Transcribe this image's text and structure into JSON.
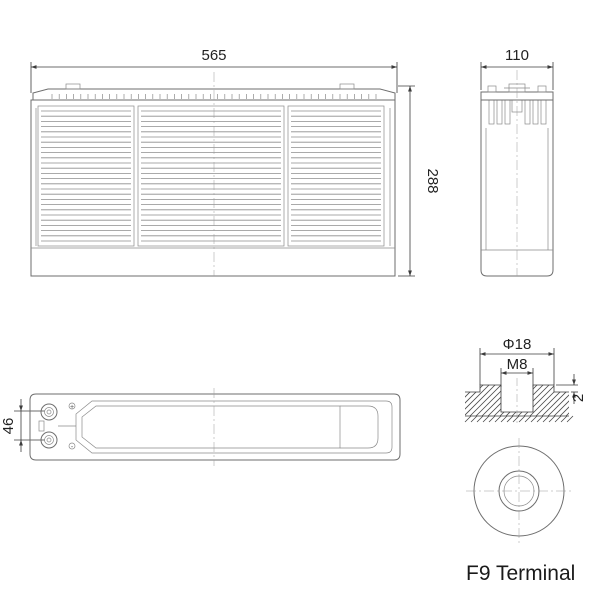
{
  "dimensions": {
    "length": "565",
    "width": "110",
    "height": "288",
    "terminal_spacing": "46",
    "terminal_diameter": "Φ18",
    "thread_size": "M8",
    "terminal_height": "2"
  },
  "caption": "F9 Terminal",
  "terminal_symbols": {
    "positive": "+",
    "negative": "-"
  },
  "colors": {
    "line": "#6e6e6e",
    "dimension": "#3c3c3c",
    "hatch": "#4a4a4a"
  }
}
